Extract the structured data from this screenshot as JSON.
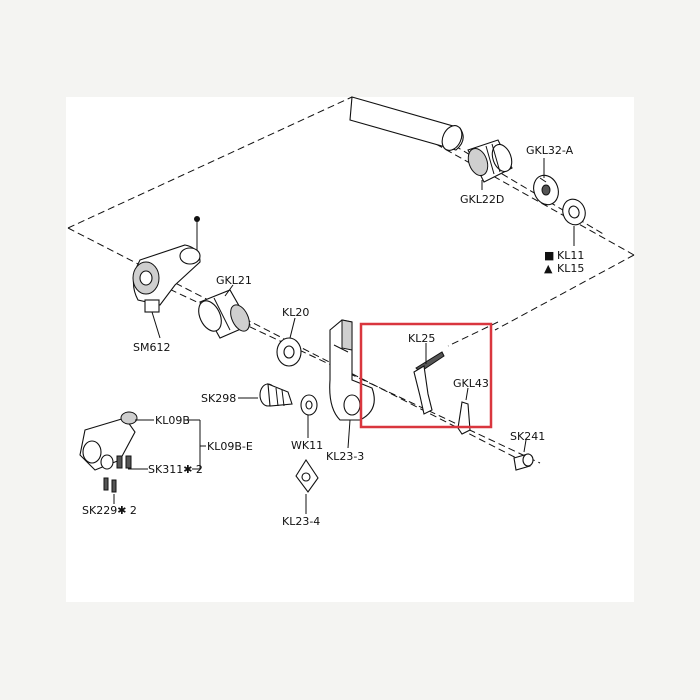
{
  "highlight_color": "#d9363e",
  "line_color": "#111111",
  "labels": {
    "gkl32a": "GKL32-A",
    "gkl22d": "GKL22D",
    "kl11": "KL11",
    "kl15": "KL15",
    "gkl21": "GKL21",
    "sm612": "SM612",
    "kl20": "KL20",
    "kl25": "KL25",
    "gkl43": "GKL43",
    "sk241": "SK241",
    "sk298": "SK298",
    "wk11": "WK11",
    "kl23_3": "KL23-3",
    "kl09b": "KL09B",
    "kl09be": "KL09B-E",
    "sk311": "SK311✱ 2",
    "sk229": "SK229✱ 2",
    "kl23_4": "KL23-4"
  },
  "markers": {
    "kl11": "■",
    "kl15": "▲"
  }
}
